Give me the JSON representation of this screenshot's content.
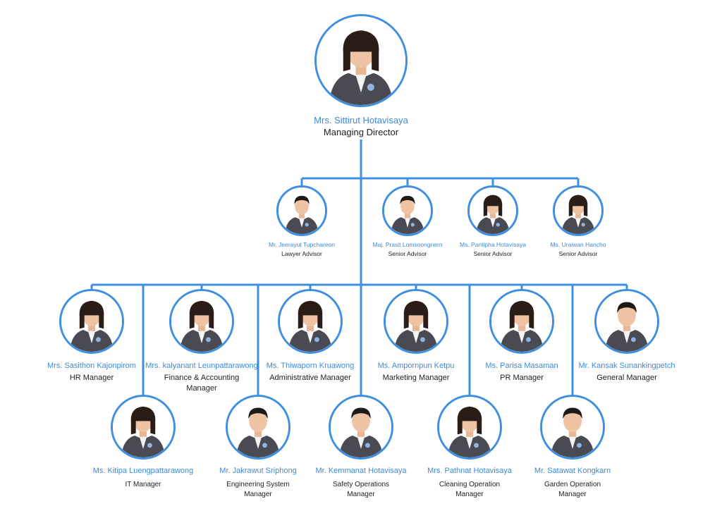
{
  "colors": {
    "line": "#3f8fe0",
    "name": "#3c8ad8",
    "title": "#222222",
    "suit": "#4a4a52"
  },
  "director": {
    "name": "Mrs. Sittirut  Hotavisaya",
    "title": "Managing Director"
  },
  "advisors": [
    {
      "name": "Mr. Jeerayut Tupchareon",
      "title": "Lawyer Advisor"
    },
    {
      "name": "Maj. Prasit Lomsoongnern",
      "title": "Senior Advisor"
    },
    {
      "name": "Ms. Pantipha Hotavisaya",
      "title": "Senior Advisor"
    },
    {
      "name": "Ms. Uraiwan Hancho",
      "title": "Senior Advisor"
    }
  ],
  "managers_top": [
    {
      "name": "Mrs. Sasithon Kajonpirom",
      "title": "HR Manager"
    },
    {
      "name": "Mrs. kalyanant Leunpattarawong",
      "title": "Finance & Accounting Manager"
    },
    {
      "name": "Ms. Thiwaporn Kruawong",
      "title": "Administrative Manager"
    },
    {
      "name": "Ms. Ampornpun Ketpu",
      "title": "Marketing Manager"
    },
    {
      "name": "Ms. Parisa Masaman",
      "title": "PR Manager"
    },
    {
      "name": "Mr. Kansak Sunankingpetch",
      "title": "General Manager"
    }
  ],
  "managers_bottom": [
    {
      "name": "Ms. Kitipa Luengpattarawong",
      "title": "IT Manager"
    },
    {
      "name": "Mr. Jakrawut Sriphong",
      "title": "Engineering System Manager"
    },
    {
      "name": "Mr. Kemmanat Hotavisaya",
      "title": "Safety Operations Manager"
    },
    {
      "name": "Mrs. Pathnat Hotavisaya",
      "title": "Cleaning Operation Manager"
    },
    {
      "name": "Mr. Satawat Kongkarn",
      "title": "Garden Operation Manager"
    }
  ]
}
